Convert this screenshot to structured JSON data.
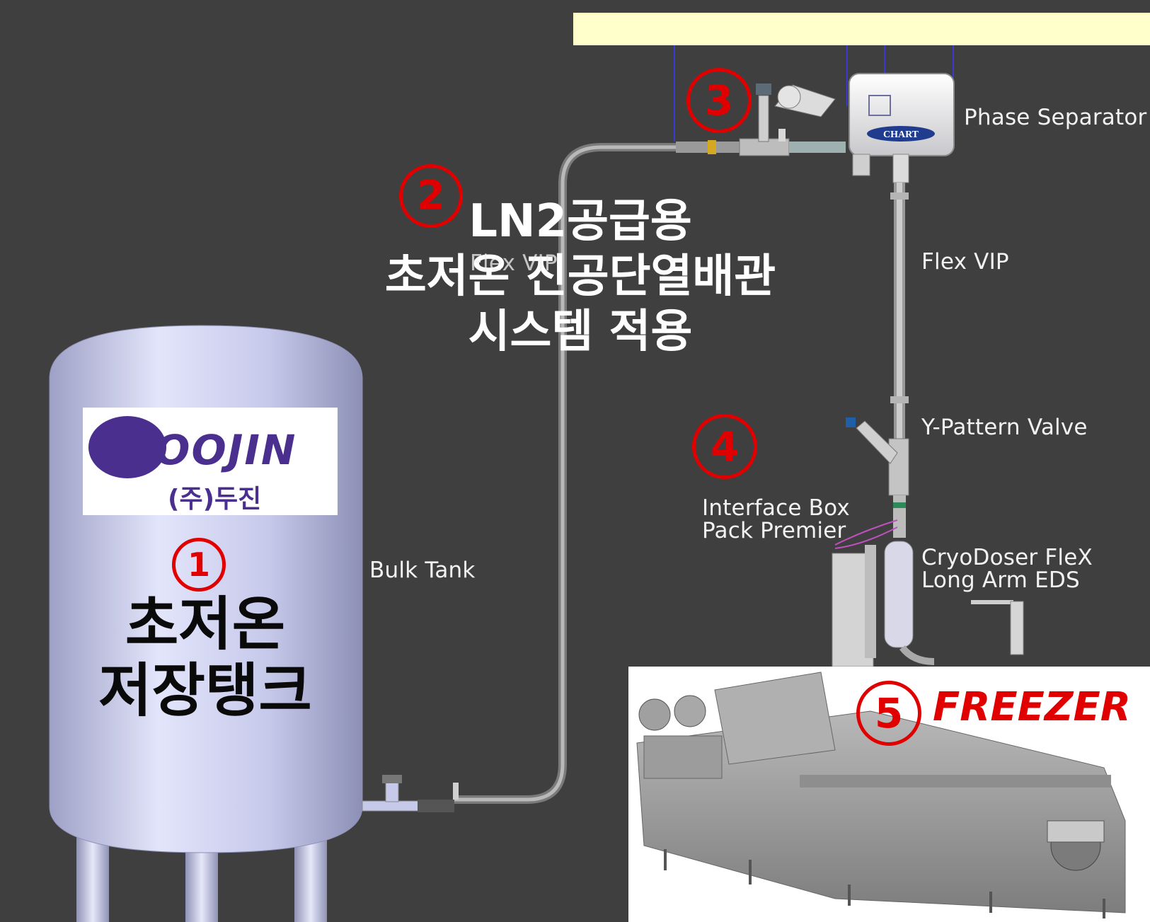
{
  "labels": {
    "phase_separator": "Phase Separator",
    "flex_vip_right": "Flex VIP",
    "flex_vip_left": "Flex VIP",
    "y_pattern_valve": "Y-Pattern Valve",
    "interface_box_line1": "Interface Box",
    "interface_box_line2": "Pack Premier",
    "cryodoser_line1": "CryoDoser FleX",
    "cryodoser_line2": "Long Arm EDS",
    "bulk_tank": "Bulk Tank",
    "chart_logo": "CHART"
  },
  "markers": {
    "m1": "1",
    "m2": "2",
    "m3": "3",
    "m4": "4",
    "m5": "5"
  },
  "headline": {
    "line1": "LN2공급용",
    "line2": "초저온 진공단열배관",
    "line3": "시스템 적용"
  },
  "tank": {
    "line1": "초저온",
    "line2": "저장탱크"
  },
  "logo": {
    "word": "DOOJIN",
    "korean": "(주)두진"
  },
  "freezer": {
    "label": "FREEZER"
  },
  "colors": {
    "background": "#3f3f3f",
    "marker_red": "#e00000",
    "logo_purple": "#4a2f8f",
    "ceiling": "#ffffcc",
    "tank_body": "#c8cbe8"
  }
}
